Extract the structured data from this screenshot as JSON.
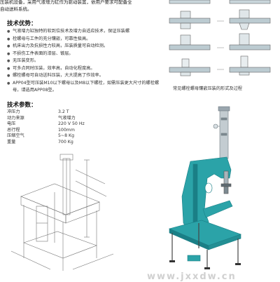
{
  "intro": {
    "line1": "压装机设备，采用气液增力缸作为驱动装置，依用户要求可配备全",
    "line2": "自动送料系统。"
  },
  "advantages": {
    "title": "技术优势：",
    "items": [
      "气液增力缸独特的软到位技术及增力自适应技术，保证压装螺",
      "栓螺母与工件的充分镶嵌，可靠性极高。",
      "机床出力及抗损性力较高，压装质量可自动检测。",
      "不损伤工件表面的漆层、镀层。",
      "无压装变形。",
      "可多点同时压装，效率高，自动化程度高。",
      "螺栓螺母可自动送料压装，大大提高了作效率。",
      "APP04型可压装M10以下螺母以及M8以下螺栓，如需压装更大尺寸的螺栓螺母，请选用APP08型。"
    ]
  },
  "params": {
    "title": "技术参数：",
    "rows": [
      {
        "label": "冲压力",
        "value": "3.2 T"
      },
      {
        "label": "动力来源",
        "value": "气液增力"
      },
      {
        "label": "电压",
        "value": "220 V  50 Hz"
      },
      {
        "label": "总行程",
        "value": "100mm"
      },
      {
        "label": "压缩空气",
        "value": "5~8 Kg"
      },
      {
        "label": "重量",
        "value": "700 Kg"
      }
    ]
  },
  "caption": "常见螺栓螺母镶嵌压装的形式及过程",
  "watermark": "www.jxxdw.cn",
  "colors": {
    "machine": "#2ba3a8",
    "machine_dark": "#1a7f86",
    "steel": "#9aa6ae",
    "part": "#8fb0b8",
    "line": "#777777"
  }
}
